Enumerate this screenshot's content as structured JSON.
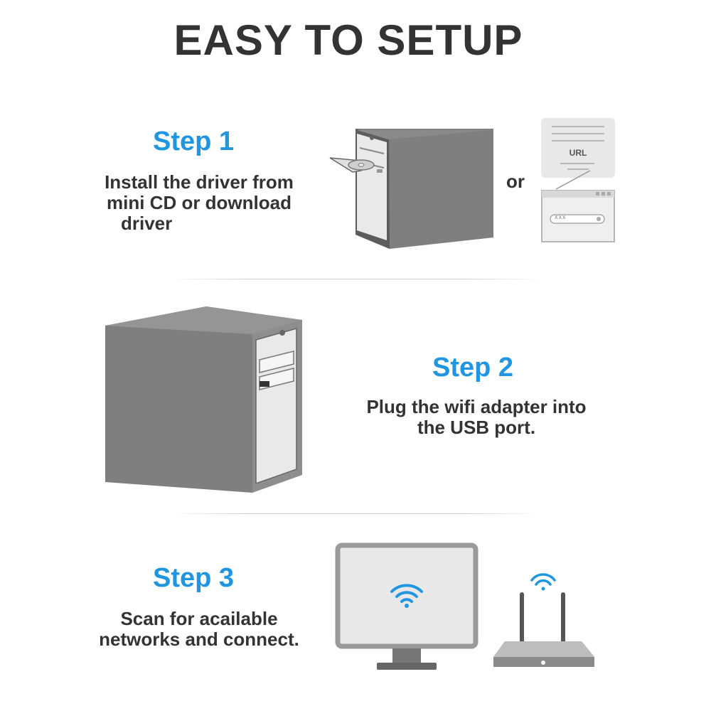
{
  "title": "EASY TO SETUP",
  "colors": {
    "accent": "#2196e0",
    "text": "#333333",
    "device_gray": "#7f7f7f"
  },
  "steps": [
    {
      "heading": "Step 1",
      "lines": [
        "Install the driver from",
        "mini CD or download",
        "driver"
      ]
    },
    {
      "heading": "Step 2",
      "lines": [
        "Plug the wifi adapter into",
        "the USB port."
      ]
    },
    {
      "heading": "Step 3",
      "lines": [
        "Scan for acailable",
        "networks and connect."
      ]
    }
  ],
  "step1_or": "or",
  "url_label": "URL",
  "address_bar_text": "xxx",
  "icons": [
    "computer-tower-cd-icon",
    "url-document-icon",
    "browser-window-icon",
    "computer-tower-usb-icon",
    "monitor-wifi-icon",
    "router-wifi-icon"
  ]
}
